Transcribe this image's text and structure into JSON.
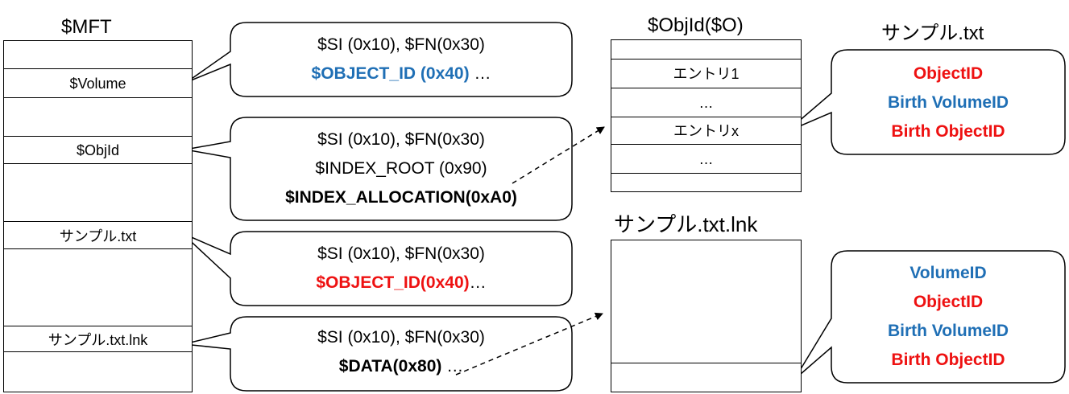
{
  "colors": {
    "blue": "#1f6fb5",
    "red": "#ee1111",
    "black": "#000000"
  },
  "mft": {
    "title": "$MFT",
    "volume": "$Volume",
    "objid": "$ObjId",
    "sample_txt": "サンプル.txt",
    "sample_lnk": "サンプル.txt.lnk"
  },
  "bubbles": {
    "volume": {
      "line1": "$SI (0x10), $FN(0x30)",
      "line2_attr": "$OBJECT_ID (0x40)",
      "line2_suffix": " …"
    },
    "objid": {
      "line1": "$SI (0x10), $FN(0x30)",
      "line2": "$INDEX_ROOT (0x90)",
      "line3": "$INDEX_ALLOCATION(0xA0)"
    },
    "sample_txt": {
      "line1": "$SI (0x10), $FN(0x30)",
      "line2_attr": "$OBJECT_ID(0x40)",
      "line2_suffix": "…"
    },
    "sample_lnk": {
      "line1": "$SI (0x10), $FN(0x30)",
      "line2_attr": "$DATA(0x80)",
      "line2_suffix": " …"
    }
  },
  "objid_index": {
    "title": "$ObjId($O)",
    "entry1": "エントリ1",
    "dots1": "…",
    "entryx": "エントリx",
    "dots2": "…"
  },
  "sample_txt_panel": {
    "title": "サンプル.txt",
    "lines": [
      "ObjectID",
      "Birth VolumeID",
      "Birth ObjectID"
    ]
  },
  "lnk_panel": {
    "title": "サンプル.txt.lnk",
    "lines": [
      "VolumeID",
      "ObjectID",
      "Birth VolumeID",
      "Birth ObjectID"
    ]
  }
}
